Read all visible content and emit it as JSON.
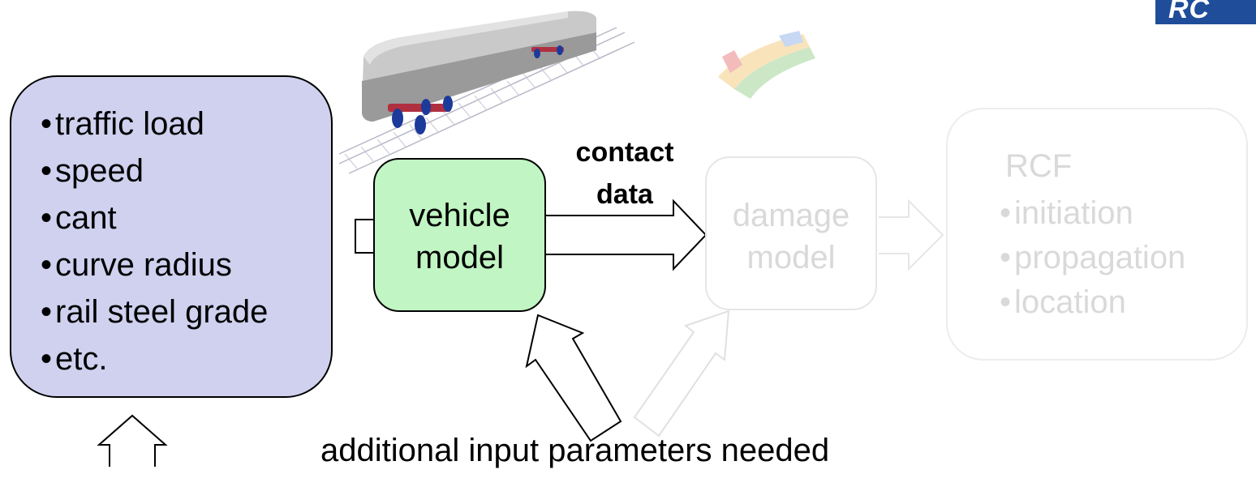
{
  "inputs": {
    "items": [
      "traffic load",
      "speed",
      "cant",
      "curve radius",
      "rail steel grade",
      "etc."
    ]
  },
  "vehicle_model": {
    "line1": "vehicle",
    "line2": "model"
  },
  "contact_label": {
    "line1": "contact",
    "line2": "data"
  },
  "damage_model": {
    "line1": "damage",
    "line2": "model"
  },
  "rcf": {
    "title": "RCF",
    "items": [
      "initiation",
      "propagation",
      "location"
    ]
  },
  "note": "additional input parameters needed",
  "logo": {
    "text": "RC"
  },
  "colors": {
    "inputs_fill": "#cfd1ef",
    "vehicle_fill": "#c1f5c3",
    "faded_text": "#d9d9d9",
    "logo": "#1f4d9a"
  }
}
